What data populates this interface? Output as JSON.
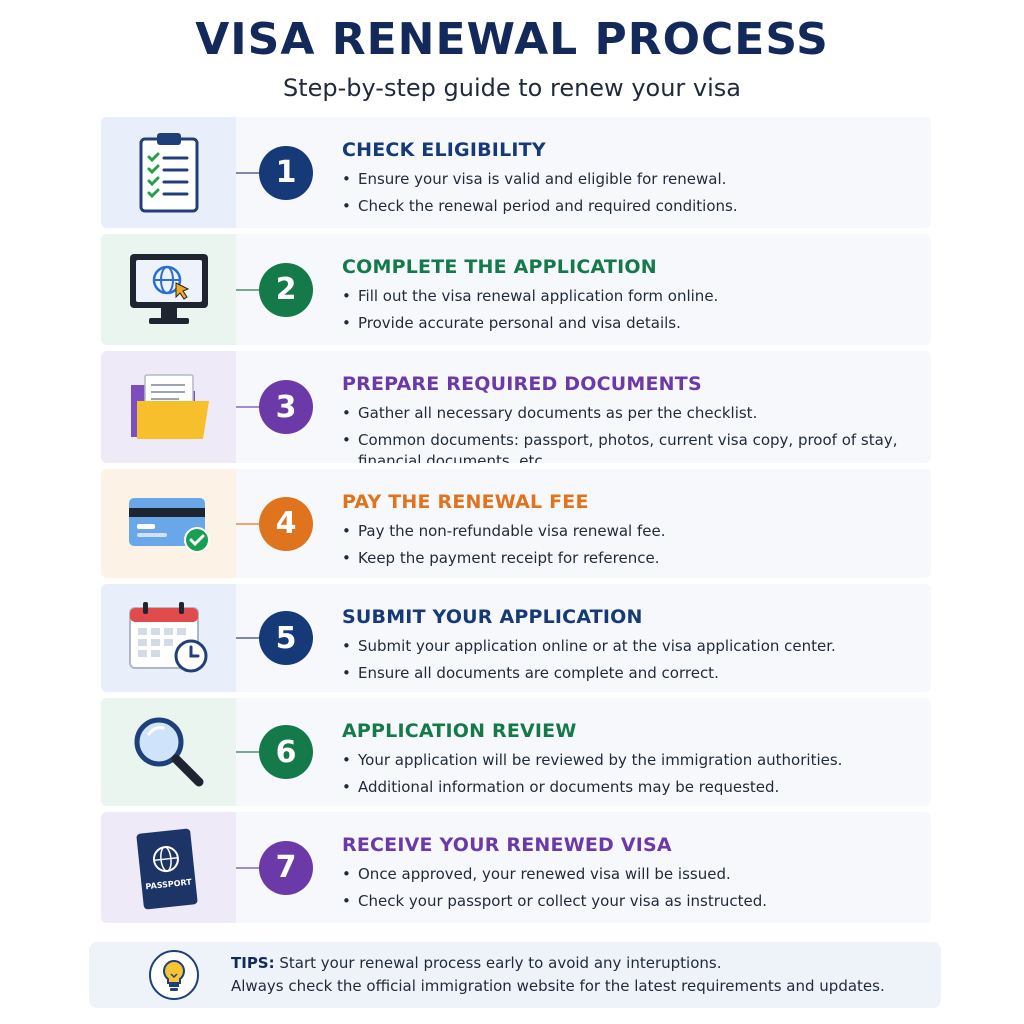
{
  "header": {
    "title": "VISA RENEWAL PROCESS",
    "subtitle": "Step-by-step guide to renew your visa"
  },
  "steps": [
    {
      "number": "1",
      "title": "CHECK ELIGIBILITY",
      "color": "#163a78",
      "bg": "#e9effa",
      "icon": "clipboard-checklist-icon",
      "bullets": [
        "Ensure your visa is valid and eligible for renewal.",
        "Check the renewal period and required conditions."
      ]
    },
    {
      "number": "2",
      "title": "COMPLETE THE APPLICATION",
      "color": "#157a4a",
      "bg": "#eaf5ef",
      "icon": "computer-globe-icon",
      "bullets": [
        "Fill out the visa renewal application form online.",
        "Provide accurate personal and visa details."
      ]
    },
    {
      "number": "3",
      "title": "PREPARE REQUIRED DOCUMENTS",
      "color": "#6b3aa8",
      "bg": "#efeaf7",
      "icon": "folder-documents-icon",
      "bullets": [
        "Gather all necessary documents as per the checklist.",
        "Common documents: passport, photos, current visa copy, proof of stay, financial documents, etc."
      ]
    },
    {
      "number": "4",
      "title": "PAY THE RENEWAL FEE",
      "color": "#e0731e",
      "bg": "#fdf2e6",
      "icon": "credit-card-check-icon",
      "bullets": [
        "Pay the non-refundable visa renewal fee.",
        "Keep the payment receipt for reference."
      ]
    },
    {
      "number": "5",
      "title": "SUBMIT YOUR APPLICATION",
      "color": "#163a78",
      "bg": "#e9effa",
      "icon": "calendar-clock-icon",
      "bullets": [
        "Submit your application online or at the visa application center.",
        "Ensure all documents are complete and correct."
      ]
    },
    {
      "number": "6",
      "title": "APPLICATION REVIEW",
      "color": "#157a4a",
      "bg": "#eaf5ef",
      "icon": "magnifying-glass-icon",
      "bullets": [
        "Your application will be reviewed by the immigration authorities.",
        "Additional information or documents may be requested."
      ]
    },
    {
      "number": "7",
      "title": "RECEIVE YOUR RENEWED VISA",
      "color": "#6b3aa8",
      "bg": "#efeaf7",
      "icon": "passport-icon",
      "passport_label": "PASSPORT",
      "bullets": [
        "Once approved, your renewed visa will be issued.",
        "Check your passport or collect your visa as instructed."
      ]
    }
  ],
  "tips": {
    "label": "TIPS:",
    "line1": "Start your renewal process early to avoid any interuptions.",
    "line2": "Always check the official immigration website for the latest requirements and updates.",
    "icon": "lightbulb-icon"
  }
}
